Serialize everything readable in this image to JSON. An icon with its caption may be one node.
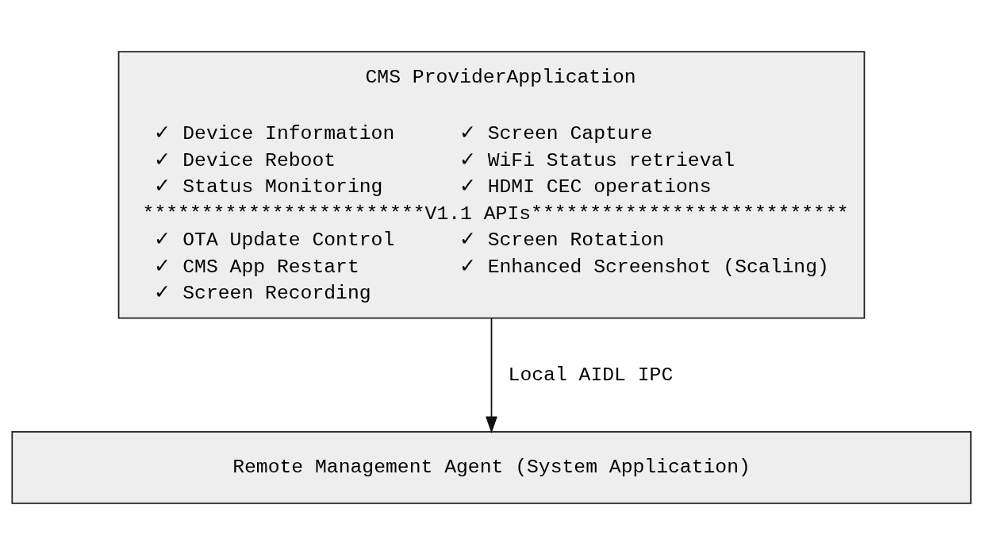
{
  "diagram": {
    "nodes": [
      {
        "text": [
          "CMS ProviderApplication",
          "✓ Device Information",
          "✓ Screen Capture",
          "✓ Device Reboot",
          "✓ WiFi Status retrieval",
          "✓ Status Monitoring",
          "✓ HDMI CEC operations",
          "************************V1.1 APIs***************************",
          "✓ OTA Update Control",
          "✓ Screen Rotation",
          "✓ CMS App Restart",
          "✓ Enhanced Screenshot (Scaling)",
          "✓ Screen Recording"
        ]
      },
      {
        "text": [
          "Remote Management Agent (System Application)"
        ]
      }
    ],
    "edges": [
      {
        "from": 0,
        "to": 1,
        "arrow": "to",
        "label": "Local AIDL IPC"
      }
    ]
  }
}
